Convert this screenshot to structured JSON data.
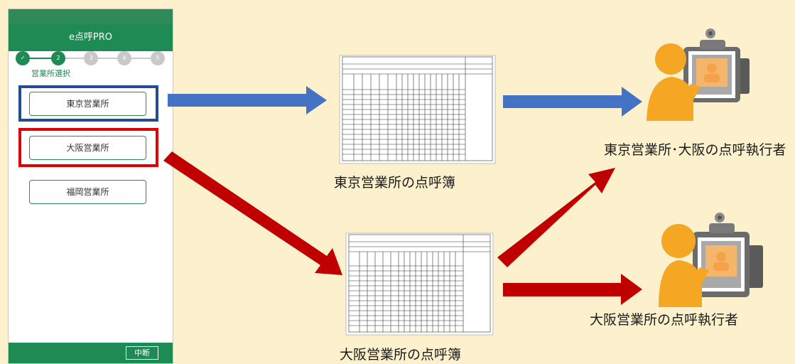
{
  "app": {
    "title": "e点呼PRO",
    "steps": [
      "✓",
      "2",
      "3",
      "4",
      "5"
    ],
    "current_step_label": "営業所選択",
    "offices": [
      "東京営業所",
      "大阪営業所",
      "福岡営業所"
    ],
    "pause_label": "中断"
  },
  "diagram": {
    "tokyo_book_label": "東京営業所の点呼簿",
    "osaka_book_label": "大阪営業所の点呼簿",
    "tokyo_osaka_operator_label": "東京営業所･大阪の点呼執行者",
    "osaka_operator_label": "大阪営業所の点呼執行者"
  },
  "colors": {
    "brand_green": "#1e8a54",
    "blue_arrow": "#4472c4",
    "red_arrow": "#c00000",
    "background": "#fdf1cd"
  }
}
